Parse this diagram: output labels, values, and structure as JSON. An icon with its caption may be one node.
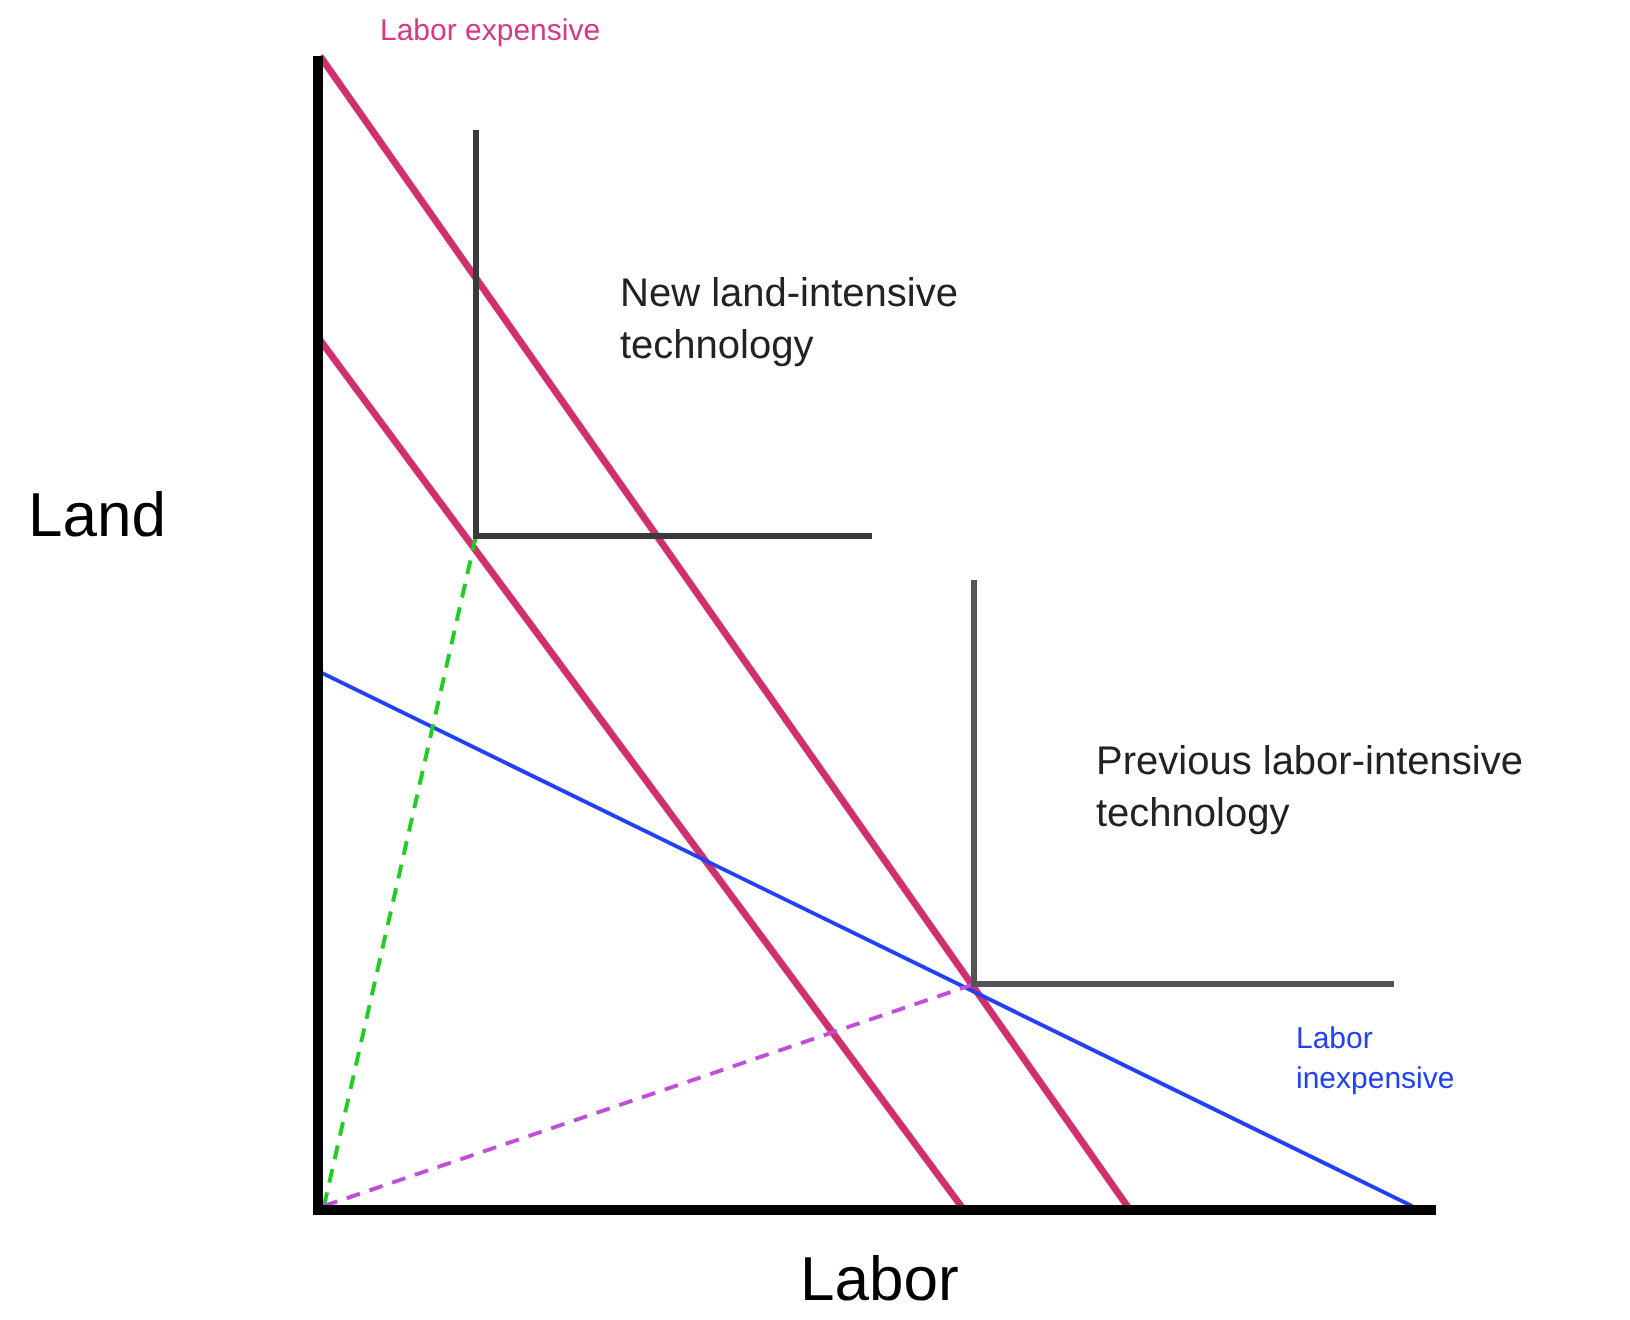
{
  "diagram": {
    "labels": [
      "Labor expensive",
      "New land-intensive technology",
      "Land",
      "Previous labor-intensive technology",
      "Labor inexpensive",
      "Labor"
    ]
  }
}
